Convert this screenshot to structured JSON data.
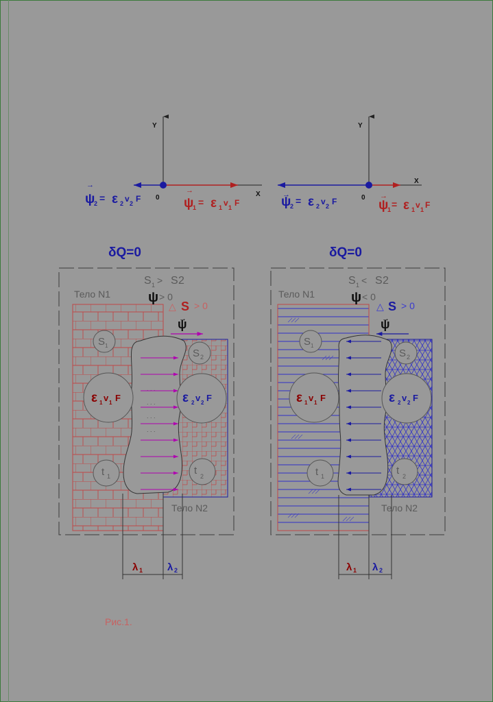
{
  "top_left": {
    "y_label": "Y",
    "x_label": "X",
    "origin": "0",
    "psi2": {
      "psi": "ψ",
      "sub": "2",
      "eq": " = ",
      "eps": "ε",
      "epssub": "2",
      "v": "v",
      "vsub": "2",
      "F": "F"
    },
    "psi1": {
      "psi": "ψ",
      "sub": "1",
      "eq": " = ",
      "eps": "ε",
      "epssub": "1",
      "v": "v",
      "vsub": "1",
      "F": "F"
    }
  },
  "top_right": {
    "y_label": "Y",
    "x_label": "X",
    "origin": "0",
    "psi2": {
      "psi": "ψ",
      "sub": "2",
      "eq": " = ",
      "eps": "ε",
      "epssub": "2",
      "v": "v",
      "vsub": "2",
      "F": "F"
    },
    "psi1": {
      "psi": "ψ",
      "sub": "1",
      "eq": " = ",
      "eps": "ε",
      "epssub": "1",
      "v": "v",
      "vsub": "1",
      "F": "F"
    }
  },
  "left": {
    "dq": "δQ=0",
    "s_rel": {
      "s": "S",
      "sub1": "1",
      "op": " > ",
      "sub2": "2"
    },
    "psi_cond": {
      "psi": "ψ",
      "op": " > 0"
    },
    "ds_cond": {
      "tri": "△",
      "s": "S",
      "op": " > 0"
    },
    "psi_vec": "ψ",
    "body1": "Тело N1",
    "body2": "Тело N2",
    "s1": {
      "s": "S",
      "sub": "1"
    },
    "s2": {
      "s": "S",
      "sub": "2"
    },
    "t1": {
      "t": "t",
      "sub": "1"
    },
    "t2": {
      "t": "t",
      "sub": "2"
    },
    "e1": {
      "e": "ε",
      "sub": "1",
      "v": "v",
      "vsub": "1",
      "F": "F"
    },
    "e2": {
      "e": "ε",
      "sub": "2",
      "v": "v",
      "vsub": "2",
      "F": "F"
    },
    "lam1": {
      "l": "λ",
      "sub": "1"
    },
    "lam2": {
      "l": "λ",
      "sub": "2"
    }
  },
  "right": {
    "dq": "δQ=0",
    "s_rel": {
      "s": "S",
      "sub1": "1",
      "op": " < ",
      "sub2": "2"
    },
    "psi_cond": {
      "psi": "ψ",
      "op": " < 0"
    },
    "ds_cond": {
      "tri": "△",
      "s": "S",
      "op": " > 0"
    },
    "psi_vec": "ψ",
    "body1": "Тело N1",
    "body2": "Тело N2",
    "s1": {
      "s": "S",
      "sub": "1"
    },
    "s2": {
      "s": "S",
      "sub": "2"
    },
    "t1": {
      "t": "t",
      "sub": "1"
    },
    "t2": {
      "t": "t",
      "sub": "2"
    },
    "e1": {
      "e": "ε",
      "sub": "1",
      "v": "v",
      "vsub": "1",
      "F": "F"
    },
    "e2": {
      "e": "ε",
      "sub": "2",
      "v": "v",
      "vsub": "2",
      "F": "F"
    },
    "lam1": {
      "l": "λ",
      "sub": "1"
    },
    "lam2": {
      "l": "λ",
      "sub": "2"
    }
  },
  "caption": "Рис.1.",
  "colors": {
    "background": "#999999",
    "red": "#b02020",
    "blue": "#1a1aa0",
    "magenta": "#b000b0",
    "dark_red_text": "#8a0000",
    "faint_red": "#c86060",
    "faint_blue": "#3a3ad0",
    "gray_text": "#5a5a5a"
  }
}
